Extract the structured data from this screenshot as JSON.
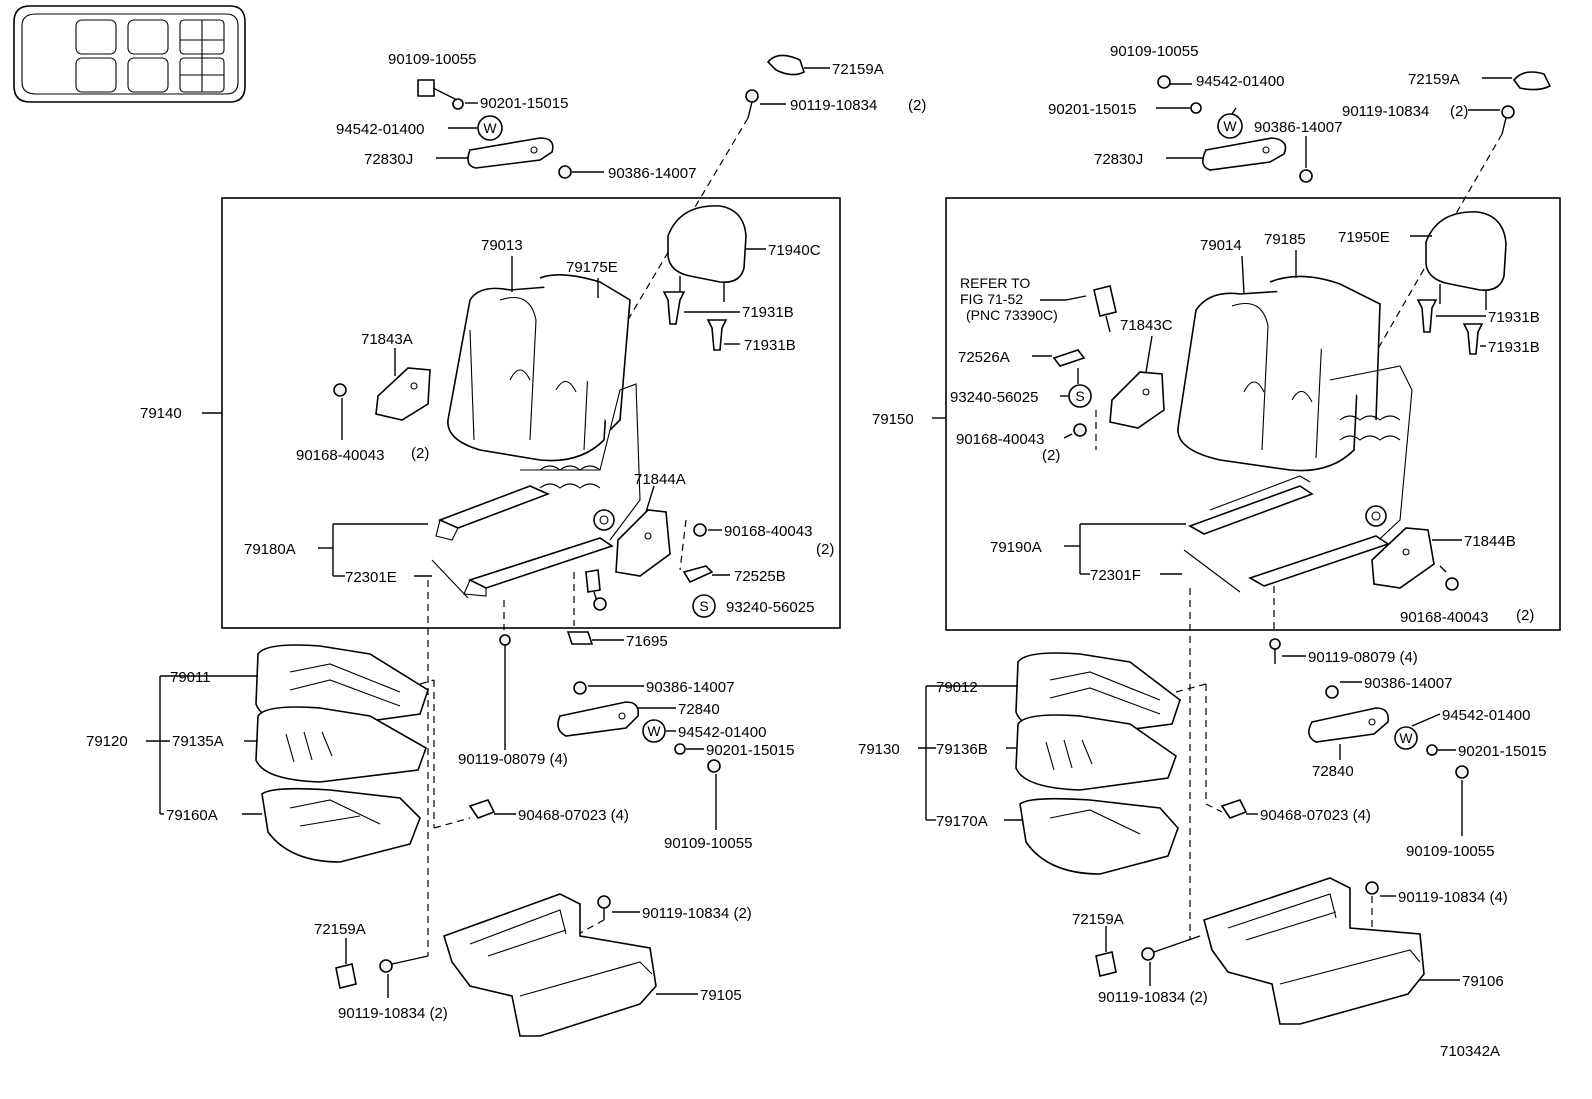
{
  "labels": {
    "l_90109_10055_top": "90109-10055",
    "l_90201_15015_top": "90201-15015",
    "l_94542_01400_top": "94542-01400",
    "l_72830J": "72830J",
    "l_90386_14007_top": "90386-14007",
    "l_72159A_top": "72159A",
    "l_90119_10834_top": "90119-10834",
    "l_90119_10834_top_qty": "(2)",
    "l_79013": "79013",
    "l_79175E": "79175E",
    "l_71940C": "71940C",
    "l_71931B_a": "71931B",
    "l_71931B_b": "71931B",
    "l_71843A": "71843A",
    "l_79140": "79140",
    "l_90168_40043_l": "90168-40043",
    "l_90168_40043_l_qty": "(2)",
    "l_71844A": "71844A",
    "l_90168_40043_r": "90168-40043",
    "l_90168_40043_r_qty": "(2)",
    "l_79180A": "79180A",
    "l_72301E": "72301E",
    "l_72525B": "72525B",
    "l_93240_56025": "93240-56025",
    "l_71695": "71695",
    "l_79011": "79011",
    "l_79120": "79120",
    "l_79135A": "79135A",
    "l_79160A": "79160A",
    "l_90386_14007_mid": "90386-14007",
    "l_72840_left": "72840",
    "l_94542_01400_mid": "94542-01400",
    "l_90201_15015_mid": "90201-15015",
    "l_90119_08079_left": "90119-08079 (4)",
    "l_90468_07023_left": "90468-07023 (4)",
    "l_90109_10055_mid": "90109-10055",
    "l_72159A_bl": "72159A",
    "l_90119_10834_bl": "90119-10834 (2)",
    "l_90119_10834_bc": "90119-10834 (2)",
    "l_79105": "79105",
    "r_90109_10055_top": "90109-10055",
    "r_94542_01400_top": "94542-01400",
    "r_90201_15015_top": "90201-15015",
    "r_90386_14007_top": "90386-14007",
    "r_72830J": "72830J",
    "r_72159A_top": "72159A",
    "r_90119_10834_top": "90119-10834",
    "r_90119_10834_top_qty": "(2)",
    "r_79014": "79014",
    "r_79185": "79185",
    "r_71950E": "71950E",
    "r_refer1": "REFER TO",
    "r_refer2": "FIG 71-52",
    "r_refer3": "(PNC 73390C)",
    "r_71843C": "71843C",
    "r_72526A": "72526A",
    "r_93240_56025": "93240-56025",
    "r_90168_40043_l": "90168-40043",
    "r_90168_40043_l_qty": "(2)",
    "r_79150": "79150",
    "r_71931B_a": "71931B",
    "r_71931B_b": "71931B",
    "r_79190A": "79190A",
    "r_72301F": "72301F",
    "r_71844B": "71844B",
    "r_90168_40043_r": "90168-40043",
    "r_90168_40043_r_qty": "(2)",
    "r_90119_08079": "90119-08079 (4)",
    "r_79012": "79012",
    "r_79130": "79130",
    "r_79136B": "79136B",
    "r_79170A": "79170A",
    "r_90386_14007_mid": "90386-14007",
    "r_94542_01400_mid": "94542-01400",
    "r_72840": "72840",
    "r_90201_15015_mid": "90201-15015",
    "r_90468_07023": "90468-07023 (4)",
    "r_90109_10055_mid": "90109-10055",
    "r_90119_10834_br": "90119-10834 (4)",
    "r_72159A_bl": "72159A",
    "r_90119_10834_bl": "90119-10834 (2)",
    "r_79106": "79106",
    "figure_code": "710342A"
  },
  "symbols": {
    "washer": "W",
    "snap": "S"
  }
}
